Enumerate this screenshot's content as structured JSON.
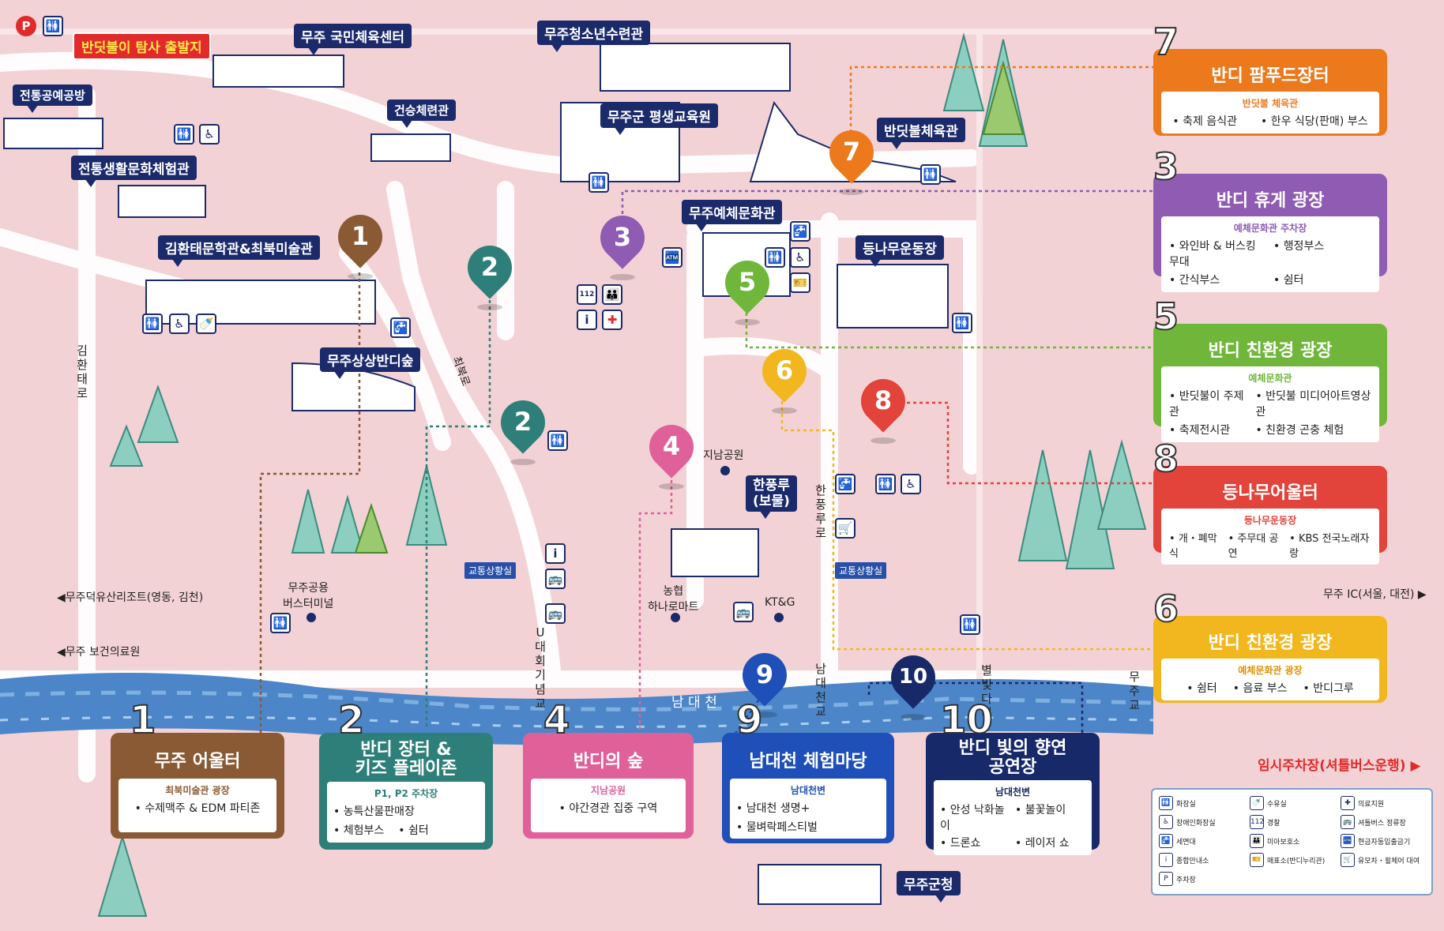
{
  "map": {
    "start_label": "반딧불이 탐사 출발지",
    "buildings": [
      "무주 국민체육센터",
      "무주청소년수련관",
      "전통공예공방",
      "건승체련관",
      "무주군 평생교육원",
      "반딧불체육관",
      "전통생활문화체험관",
      "무주예체문화관",
      "김환태문학관&최북미술관",
      "등나무운동장",
      "무주상상반디숲",
      "한풍루\n(보물)",
      "무주군청"
    ],
    "roads": {
      "kimhwantae": "김환태로",
      "choebuk": "최북로",
      "hanpungru": "한풍루로",
      "u_bridge": "U대회기념교",
      "namdaecheon_bridge": "남대천교",
      "byeolbit_bridge": "별빛다리",
      "muju_bridge": "무주교",
      "river": "남 대 천"
    },
    "places": {
      "jinam_park": "지남공원",
      "nonghyup": "농협\n하나로마트",
      "ktg": "KT&G",
      "bus_terminal": "무주공용\n버스터미널",
      "traffic1": "교통상황실",
      "traffic2": "교통상황실"
    },
    "directions": {
      "resort": "◀무주덕유산리조트(영동, 김천)",
      "health": "◀무주 보건의료원",
      "ic": "무주 IC(서울, 대전) ▶"
    },
    "pins": [
      "1",
      "2",
      "2",
      "3",
      "4",
      "5",
      "6",
      "7",
      "8",
      "9",
      "10"
    ],
    "temp_parking": "임시주차장(셔틀버스운행) ▶"
  },
  "side_cards": [
    {
      "num": "7",
      "title": "반디 팜푸드장터",
      "sub": "반딧불 체육관",
      "items": [
        "축제 음식관",
        "한우 식당(판매) 부스"
      ],
      "color": "#ec7a1c"
    },
    {
      "num": "3",
      "title": "반디 휴게 광장",
      "sub": "예체문화관 주차장",
      "items": [
        "와인바 & 버스킹 무대",
        "행정부스",
        "간식부스",
        "쉼터"
      ],
      "color": "#8f5bb3"
    },
    {
      "num": "5",
      "title": "반디 친환경 광장",
      "sub": "예체문화관",
      "items": [
        "반딧불이 주제관",
        "반딧불 미디어아트영상관",
        "축제전시관",
        "친환경 곤충 체험"
      ],
      "color": "#6fb63a"
    },
    {
      "num": "8",
      "title": "등나무어울터",
      "sub": "등나무운동장",
      "items": [
        "개・폐막식",
        "주무대 공연",
        "KBS 전국노래자랑"
      ],
      "color": "#e2433a"
    },
    {
      "num": "6",
      "title": "반디 친환경 광장",
      "sub": "예체문화관 광장",
      "items": [
        "쉼터",
        "음료 부스",
        "반디그루"
      ],
      "color": "#f2b71e"
    }
  ],
  "bottom_cards": [
    {
      "num": "1",
      "title": "무주 어울터",
      "sub": "최북미술관 광장",
      "items": [
        "수제맥주 & EDM 파티존"
      ],
      "color": "#8a5a34"
    },
    {
      "num": "2",
      "title": "반디 장터 &\n키즈 플레이존",
      "sub": "P1, P2 주차장",
      "items": [
        "농특산물판매장",
        "체험부스",
        "쉼터"
      ],
      "color": "#2e7f79"
    },
    {
      "num": "4",
      "title": "반디의 숲",
      "sub": "지남공원",
      "items": [
        "야간경관 집중 구역"
      ],
      "color": "#e0609a"
    },
    {
      "num": "9",
      "title": "남대천 체험마당",
      "sub": "남대천변",
      "items": [
        "남대천 생명+",
        "물벼락페스티벌"
      ],
      "color": "#1f4fb8"
    },
    {
      "num": "10",
      "title": "반디 빛의 향연\n공연장",
      "sub": "남대천변",
      "items": [
        "안성 낙화놀이",
        "불꽃놀이",
        "드론쇼",
        "레이저 쇼"
      ],
      "color": "#18296a"
    }
  ],
  "legend": [
    {
      "icon": "🚻",
      "label": "화장실"
    },
    {
      "icon": "🍼",
      "label": "수유실"
    },
    {
      "icon": "✚",
      "label": "의료지원"
    },
    {
      "icon": "♿",
      "label": "장애인화장실"
    },
    {
      "icon": "112",
      "label": "경찰"
    },
    {
      "icon": "🚌",
      "label": "셔틀버스 정류장"
    },
    {
      "icon": "🚰",
      "label": "세면대"
    },
    {
      "icon": "👪",
      "label": "미아보호소"
    },
    {
      "icon": "🏧",
      "label": "현금자동입출금기"
    },
    {
      "icon": "i",
      "label": "종합안내소"
    },
    {
      "icon": "🎫",
      "label": "매표소(반디누리관)"
    },
    {
      "icon": "🛒",
      "label": "유모차・휠체어 대여"
    },
    {
      "icon": "P",
      "label": "주차장"
    }
  ]
}
